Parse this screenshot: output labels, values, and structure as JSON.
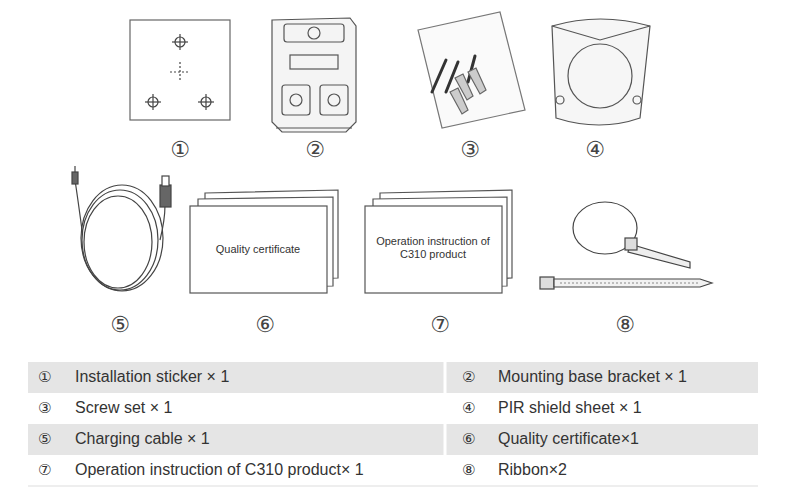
{
  "diagram": {
    "labels": [
      "①",
      "②",
      "③",
      "④",
      "⑤",
      "⑥",
      "⑦",
      "⑧",
      "Quality certificate",
      "Operation instruction of C310 product",
      "①",
      "Installation sticker × 1",
      "②",
      "Mounting base bracket × 1",
      "③",
      "Screw set × 1",
      "④",
      "PIR shield sheet × 1",
      "⑤",
      "Charging cable × 1",
      "⑥",
      "Quality certificate×1",
      "⑦",
      "Operation instruction of C310 product× 1",
      "⑧",
      "Ribbon×2"
    ]
  }
}
